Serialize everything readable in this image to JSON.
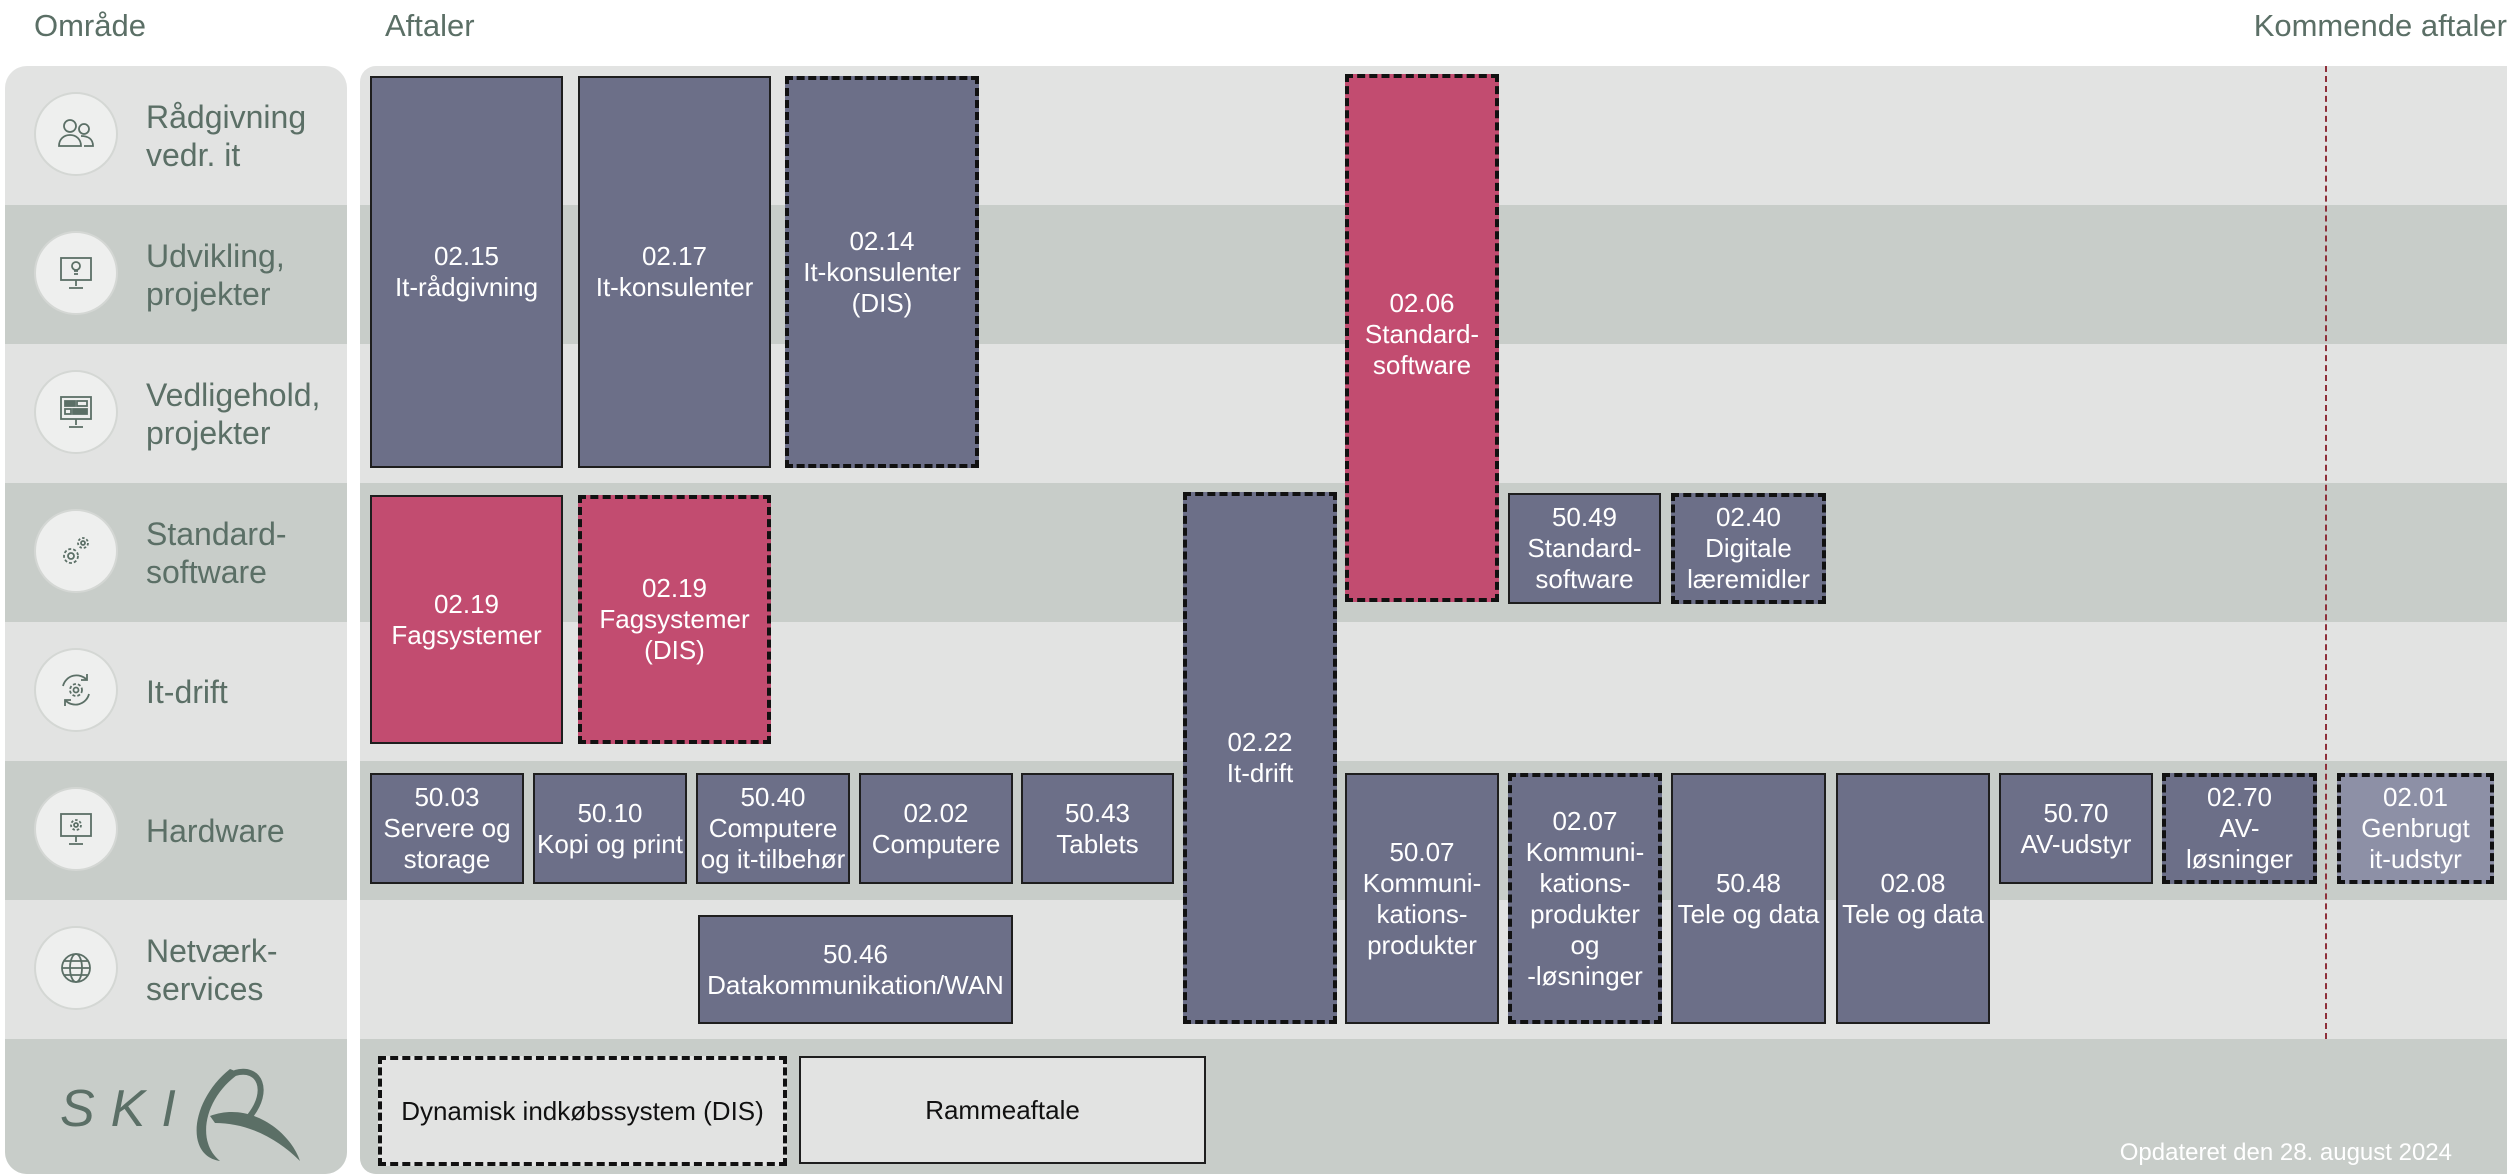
{
  "header": {
    "area_title": "Område",
    "agreements_title": "Aftaler",
    "upcoming_title": "Kommende aftaler"
  },
  "areas": [
    {
      "label": "Rådgivning vedr. it",
      "icon": "people-icon"
    },
    {
      "label": "Udvikling, projekter",
      "icon": "lightbulb-monitor-icon"
    },
    {
      "label": "Vedligehold, projekter",
      "icon": "monitor-bricks-icon"
    },
    {
      "label": "Standard-software",
      "icon": "gears-icon"
    },
    {
      "label": "It-drift",
      "icon": "gear-cycle-icon"
    },
    {
      "label": "Hardware",
      "icon": "monitor-gear-icon"
    },
    {
      "label": "Netværk-services",
      "icon": "globe-icon"
    }
  ],
  "logo": {
    "text": "SKI"
  },
  "agreements": {
    "a0215": {
      "number": "02.15",
      "name": "It-rådgivning"
    },
    "a0217": {
      "number": "02.17",
      "name": "It-konsulenter"
    },
    "a0214": {
      "number": "02.14",
      "name": "It-konsulenter",
      "extra": "(DIS)"
    },
    "a0206": {
      "number": "02.06",
      "name": "Standard-",
      "name2": "software"
    },
    "a0219": {
      "number": "02.19",
      "name": "Fagsystemer"
    },
    "a0219dis": {
      "number": "02.19",
      "name": "Fagsystemer",
      "extra": "(DIS)"
    },
    "a0222": {
      "number": "02.22",
      "name": "It-drift"
    },
    "a5049": {
      "number": "50.49",
      "name": "Standard-",
      "name2": "software"
    },
    "a0240": {
      "number": "02.40",
      "name": "Digitale",
      "name2": "læremidler"
    },
    "a5003": {
      "number": "50.03",
      "name": "Servere og",
      "name2": "storage"
    },
    "a5010": {
      "number": "50.10",
      "name": "Kopi og print"
    },
    "a5040": {
      "number": "50.40",
      "name": "Computere",
      "name2": "og it-tilbehør"
    },
    "a0202": {
      "number": "02.02",
      "name": "Computere"
    },
    "a5043": {
      "number": "50.43",
      "name": "Tablets"
    },
    "a5007": {
      "number": "50.07",
      "name": "Kommuni-",
      "name2": "kations-",
      "name3": "produkter"
    },
    "a0207": {
      "number": "02.07",
      "name": "Kommuni-",
      "name2": "kations-",
      "name3": "produkter og",
      "name4": "-løsninger"
    },
    "a5048": {
      "number": "50.48",
      "name": "Tele og data"
    },
    "a0208": {
      "number": "02.08",
      "name": "Tele og data"
    },
    "a5070": {
      "number": "50.70",
      "name": "AV-udstyr"
    },
    "a0270": {
      "number": "02.70",
      "name": "AV-",
      "name2": "løsninger"
    },
    "a0201": {
      "number": "02.01",
      "name": "Genbrugt",
      "name2": "it-udstyr"
    },
    "a5046": {
      "number": "50.46",
      "name": "Datakommunikation/WAN"
    }
  },
  "legend": {
    "dis_label": "Dynamisk indkøbssystem (DIS)",
    "framework_label": "Rammeaftale"
  },
  "footer": {
    "updated": "Opdateret den 28. august 2024"
  },
  "colors": {
    "agreement_gray": "#6c6f88",
    "agreement_pink": "#c24c70",
    "upcoming_gray": "#8d90a6",
    "band_light": "#e2e3e2",
    "band_dark": "#c8cdc9",
    "label_text": "#5b6f66",
    "divider": "#8e2f3a"
  }
}
